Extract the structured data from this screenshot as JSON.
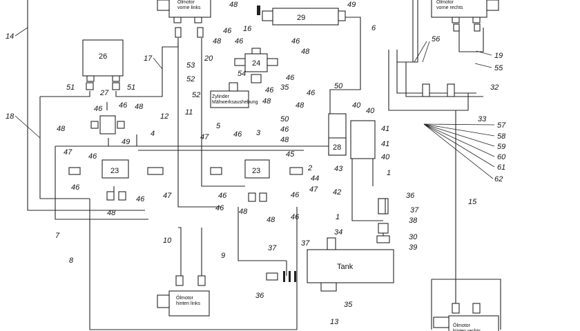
{
  "components": {
    "motor_front_left": "Ölmotor\nvorne links",
    "motor_front_right": "Ölmotor\nvorne rechts",
    "motor_rear_left": "Ölmotor\nhinten links",
    "motor_rear_right": "Ölmotor\nhinten rechts",
    "cylinder": "Zylinder\nMähwerksaushebung",
    "tank": "Tank",
    "unit_26": "26",
    "unit_29": "29",
    "unit_24": "24",
    "unit_28": "28",
    "valve_left": "23",
    "valve_mid": "23"
  },
  "callouts": {
    "c1": "1",
    "c2": "2",
    "c3": "3",
    "c4": "4",
    "c5": "5",
    "c6": "6",
    "c7": "7",
    "c8": "8",
    "c9": "9",
    "c10": "10",
    "c11": "11",
    "c12": "12",
    "c13": "13",
    "c14": "14",
    "c15": "15",
    "c16": "16",
    "c17": "17",
    "c18": "18",
    "c19": "19",
    "c20": "20",
    "c27": "27",
    "c30": "30",
    "c32": "32",
    "c33": "33",
    "c34": "34",
    "c35": "35",
    "c36": "36",
    "c37": "37",
    "c38": "38",
    "c39": "39",
    "c40": "40",
    "c41": "41",
    "c42": "42",
    "c43": "43",
    "c44": "44",
    "c45": "45",
    "c46": "46",
    "c47": "47",
    "c48": "48",
    "c49": "49",
    "c50": "50",
    "c51": "51",
    "c52": "52",
    "c53": "53",
    "c54": "54",
    "c55": "55",
    "c56": "56",
    "c57": "57",
    "c58": "58",
    "c59": "59",
    "c60": "60",
    "c61": "61",
    "c62": "62"
  }
}
